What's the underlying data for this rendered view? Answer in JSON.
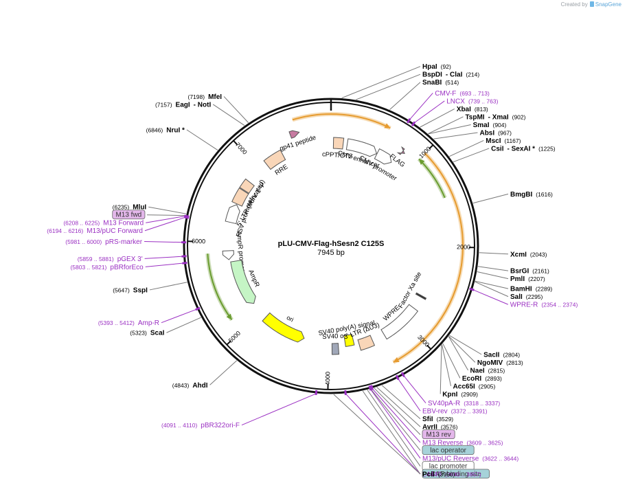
{
  "credit": {
    "prefix": "Created by",
    "brand": "SnapGene"
  },
  "plasmid": {
    "name": "pLU-CMV-Flag-hSesn2 C125S",
    "size": "7945 bp",
    "length": 7945
  },
  "ticks": [
    {
      "label": "1000",
      "pos": 1000
    },
    {
      "label": "2000",
      "pos": 2000
    },
    {
      "label": "3000",
      "pos": 3000
    },
    {
      "label": "4000",
      "pos": 4000
    },
    {
      "label": "5000",
      "pos": 5000
    },
    {
      "label": "6000",
      "pos": 6000
    },
    {
      "label": "7000",
      "pos": 7000
    }
  ],
  "features": [
    {
      "name": "gp41 peptide",
      "label": "gp41 peptide",
      "start": 7500,
      "end": 7600,
      "type": "pink",
      "color": "#c77ba1",
      "dir": 1,
      "boxed": true,
      "boxColor": "#e8c3d1"
    },
    {
      "name": "RRE",
      "label": "RRE",
      "start": 7100,
      "end": 7330,
      "type": "tan",
      "color": "#f9d6b8",
      "dir": 0
    },
    {
      "name": "cPPT/CTS",
      "label": "cPPT/CTS",
      "start": 30,
      "end": 150,
      "type": "tan",
      "color": "#f9d6b8",
      "dir": 0
    },
    {
      "name": "CMV enhancer",
      "label": "CMV enhancer",
      "start": 200,
      "end": 580,
      "type": "white",
      "color": "#ffffff",
      "dir": 1
    },
    {
      "name": "CMV promoter",
      "label": "CMV promoter",
      "start": 585,
      "end": 790,
      "type": "white",
      "color": "#ffffff",
      "dir": 1,
      "boxed": true,
      "boxColor": "#ffffff"
    },
    {
      "name": "FLAG",
      "label": "FLAG",
      "start": 820,
      "end": 850,
      "type": "pink",
      "color": "#c77ba1",
      "dir": 1,
      "boxed": true,
      "boxColor": "#e8c3d1"
    },
    {
      "name": "HIV-1 psi",
      "label": "HIV-1 Ψ",
      "start": 6680,
      "end": 6800,
      "type": "tan",
      "color": "#f9d6b8",
      "dir": 0
    },
    {
      "name": "5' LTR (truncated)",
      "label": "5' LTR (truncated)",
      "start": 6490,
      "end": 6670,
      "type": "tan",
      "color": "#f9d6b8",
      "dir": 0
    },
    {
      "name": "RSV promoter",
      "label": "RSV promoter",
      "start": 6250,
      "end": 6480,
      "type": "white",
      "color": "#ffffff",
      "dir": 1
    },
    {
      "name": "AmpR promoter",
      "label": "AmpR promoter",
      "start": 5790,
      "end": 5900,
      "type": "white",
      "color": "#ffffff",
      "dir": -1
    },
    {
      "name": "AmpR",
      "label": "AmpR",
      "start": 5150,
      "end": 5760,
      "type": "green",
      "color": "#c5f5c5",
      "dir": -1
    },
    {
      "name": "ori",
      "label": "ori",
      "start": 4330,
      "end": 4910,
      "type": "yellow",
      "color": "#ffff00",
      "dir": -1
    },
    {
      "name": "SV40 ori",
      "label": "SV40 ori",
      "start": 3880,
      "end": 3960,
      "type": "gray",
      "color": "#a0a7b8",
      "dir": 0
    },
    {
      "name": "SV40 poly(A) signal",
      "label": "SV40 poly(A) signal",
      "start": 3680,
      "end": 3790,
      "type": "yellow",
      "color": "#ffff00",
      "dir": 0
    },
    {
      "name": "3' LTR",
      "label": "3' LTR (ΔU3)",
      "start": 3450,
      "end": 3620,
      "type": "tan",
      "color": "#f9d6b8",
      "dir": 0
    },
    {
      "name": "Factor Xa site",
      "label": "Factor Xa site",
      "start": 2620,
      "end": 2640,
      "type": "black",
      "color": "#333333",
      "dir": 0
    },
    {
      "name": "WPRE",
      "label": "WPRE",
      "start": 2800,
      "end": 3290,
      "type": "white",
      "color": "#ffffff",
      "dir": 0
    }
  ],
  "arcs": [
    {
      "name": "orange-arc-1",
      "start": 7570,
      "end": 590,
      "color": "#e69b2f",
      "dir": 1
    },
    {
      "name": "orange-arc-2",
      "start": 1000,
      "end": 3350,
      "color": "#e69b2f",
      "dir": 1
    },
    {
      "name": "green-arc-1",
      "start": 1480,
      "end": 1000,
      "color": "#6a9c2f",
      "dir": -1
    },
    {
      "name": "green-arc-2",
      "start": 5880,
      "end": 5150,
      "color": "#6a9c2f",
      "dir": -1
    }
  ],
  "sites": [
    {
      "name": "HpaI",
      "pos": 92,
      "label": "HpaI",
      "coord": "(92)",
      "color": "#000000"
    },
    {
      "name": "BspDI-ClaI",
      "pos": 214,
      "label": "BspDI",
      "extra": "- ClaI",
      "coord": "(214)",
      "color": "#000000"
    },
    {
      "name": "SnaBI",
      "pos": 514,
      "label": "SnaBI",
      "coord": "(514)",
      "color": "#000000"
    },
    {
      "name": "CMV-F",
      "pos": 703,
      "label": "CMV-F",
      "coord": "(693 .. 713)",
      "color": "#9a2fc2",
      "primer": true
    },
    {
      "name": "LNCX",
      "pos": 751,
      "label": "LNCX",
      "coord": "(739 .. 763)",
      "color": "#9a2fc2",
      "primer": true
    },
    {
      "name": "XbaI",
      "pos": 813,
      "label": "XbaI",
      "coord": "(813)",
      "color": "#000000"
    },
    {
      "name": "TspMI-XmaI",
      "pos": 902,
      "label": "TspMI",
      "extra": "- XmaI",
      "coord": "(902)",
      "color": "#000000"
    },
    {
      "name": "SmaI",
      "pos": 904,
      "label": "SmaI",
      "coord": "(904)",
      "color": "#000000"
    },
    {
      "name": "AbsI",
      "pos": 967,
      "label": "AbsI",
      "coord": "(967)",
      "color": "#000000"
    },
    {
      "name": "MscI",
      "pos": 1167,
      "label": "MscI",
      "coord": "(1167)",
      "color": "#000000"
    },
    {
      "name": "CsiI-SexAI",
      "pos": 1225,
      "label": "CsiI",
      "extra": "- SexAI *",
      "coord": "(1225)",
      "color": "#000000"
    },
    {
      "name": "BmgBI",
      "pos": 1616,
      "label": "BmgBI",
      "coord": "(1616)",
      "color": "#000000"
    },
    {
      "name": "XcmI",
      "pos": 2043,
      "label": "XcmI",
      "coord": "(2043)",
      "color": "#000000"
    },
    {
      "name": "BsrGI",
      "pos": 2161,
      "label": "BsrGI",
      "coord": "(2161)",
      "color": "#000000"
    },
    {
      "name": "PmlI",
      "pos": 2207,
      "label": "PmlI",
      "coord": "(2207)",
      "color": "#000000"
    },
    {
      "name": "BamHI",
      "pos": 2289,
      "label": "BamHI",
      "coord": "(2289)",
      "color": "#000000"
    },
    {
      "name": "SalI",
      "pos": 2295,
      "label": "SalI",
      "coord": "(2295)",
      "color": "#000000"
    },
    {
      "name": "WPRE-R",
      "pos": 2364,
      "label": "WPRE-R",
      "coord": "(2354 .. 2374)",
      "color": "#9a2fc2",
      "primer": true
    },
    {
      "name": "SacII",
      "pos": 2804,
      "label": "SacII",
      "coord": "(2804)",
      "color": "#000000"
    },
    {
      "name": "NgoMIV",
      "pos": 2813,
      "label": "NgoMIV",
      "coord": "(2813)",
      "color": "#000000"
    },
    {
      "name": "NaeI",
      "pos": 2815,
      "label": "NaeI",
      "coord": "(2815)",
      "color": "#000000"
    },
    {
      "name": "EcoRI",
      "pos": 2893,
      "label": "EcoRI",
      "coord": "(2893)",
      "color": "#000000"
    },
    {
      "name": "Acc65I",
      "pos": 2905,
      "label": "Acc65I",
      "coord": "(2905)",
      "color": "#000000"
    },
    {
      "name": "KpnI",
      "pos": 2909,
      "label": "KpnI",
      "coord": "(2909)",
      "color": "#000000"
    },
    {
      "name": "SV40pA-R",
      "pos": 3327,
      "label": "SV40pA-R",
      "coord": "(3318 .. 3337)",
      "color": "#9a2fc2",
      "primer": true
    },
    {
      "name": "EBV-rev",
      "pos": 3381,
      "label": "EBV-rev",
      "coord": "(3372 .. 3391)",
      "color": "#9a2fc2",
      "primer": true
    },
    {
      "name": "SfiI",
      "pos": 3529,
      "label": "SfiI",
      "coord": "(3529)",
      "color": "#000000"
    },
    {
      "name": "AvrII",
      "pos": 3576,
      "label": "AvrII",
      "coord": "(3576)",
      "color": "#000000"
    },
    {
      "name": "M13 rev",
      "pos": 3600,
      "label": "M13 rev",
      "coord": "",
      "color": "#9a2fc2",
      "boxed": true,
      "boxColor": "#e3b7ea"
    },
    {
      "name": "M13 Reverse",
      "pos": 3617,
      "label": "M13 Reverse",
      "coord": "(3609 .. 3625)",
      "color": "#9a2fc2",
      "primer": true
    },
    {
      "name": "lac operator",
      "pos": 3630,
      "label": "lac operator",
      "coord": "",
      "color": "#000000",
      "boxed": true,
      "boxColor": "#a6d2d9"
    },
    {
      "name": "M13/pUC Reverse",
      "pos": 3633,
      "label": "M13/pUC Reverse",
      "coord": "(3622 .. 3644)",
      "color": "#9a2fc2",
      "primer": true
    },
    {
      "name": "lac promoter",
      "pos": 3660,
      "label": "lac promoter",
      "coord": "",
      "color": "#000000",
      "boxed": true,
      "boxColor": "#ffffff"
    },
    {
      "name": "CAP binding site",
      "pos": 3700,
      "label": "CAP binding site",
      "coord": "",
      "color": "#000000",
      "boxed": true,
      "boxColor": "#a6d2d9"
    },
    {
      "name": "L4440",
      "pos": 3848,
      "label": "L4440",
      "coord": "(3840 .. 3857)",
      "color": "#9a2fc2",
      "primer": true
    },
    {
      "name": "PciI",
      "pos": 3950,
      "label": "PciI",
      "coord": "(3950)",
      "color": "#000000"
    },
    {
      "name": "pBR322ori-F",
      "pos": 4100,
      "label": "pBR322ori-F",
      "coord": "(4091 .. 4110)",
      "color": "#9a2fc2",
      "primer": true
    },
    {
      "name": "AhdI",
      "pos": 4843,
      "label": "AhdI",
      "coord": "(4843)",
      "color": "#000000"
    },
    {
      "name": "ScaI",
      "pos": 5323,
      "label": "ScaI",
      "coord": "(5323)",
      "color": "#000000"
    },
    {
      "name": "Amp-R",
      "pos": 5402,
      "label": "Amp-R",
      "coord": "(5393 .. 5412)",
      "color": "#9a2fc2",
      "primer": true
    },
    {
      "name": "SspI",
      "pos": 5647,
      "label": "SspI",
      "coord": "(5647)",
      "color": "#000000"
    },
    {
      "name": "pBRforEco",
      "pos": 5812,
      "label": "pBRforEco",
      "coord": "(5803 .. 5821)",
      "color": "#9a2fc2",
      "primer": true
    },
    {
      "name": "pGEX 3'",
      "pos": 5870,
      "label": "pGEX 3'",
      "coord": "(5859 .. 5881)",
      "color": "#9a2fc2",
      "primer": true
    },
    {
      "name": "pRS-marker",
      "pos": 5990,
      "label": "pRS-marker",
      "coord": "(5981 .. 6000)",
      "color": "#9a2fc2",
      "primer": true
    },
    {
      "name": "M13/pUC Forward",
      "pos": 6205,
      "label": "M13/pUC Forward",
      "coord": "(6194 .. 6216)",
      "color": "#9a2fc2",
      "primer": true
    },
    {
      "name": "M13 Forward",
      "pos": 6216,
      "label": "M13 Forward",
      "coord": "(6208 .. 6225)",
      "color": "#9a2fc2",
      "primer": true
    },
    {
      "name": "M13 fwd",
      "pos": 6220,
      "label": "M13 fwd",
      "coord": "",
      "color": "#9a2fc2",
      "boxed": true,
      "boxColor": "#e3b7ea"
    },
    {
      "name": "MluI",
      "pos": 6235,
      "label": "MluI",
      "coord": "(6235)",
      "color": "#000000"
    },
    {
      "name": "NruI",
      "pos": 6846,
      "label": "NruI *",
      "coord": "(6846)",
      "color": "#000000"
    },
    {
      "name": "EagI-NotI",
      "pos": 7157,
      "label": "EagI",
      "extra": "- NotI",
      "coord": "(7157)",
      "color": "#000000"
    },
    {
      "name": "MfeI",
      "pos": 7198,
      "label": "MfeI",
      "coord": "(7198)",
      "color": "#000000"
    }
  ]
}
